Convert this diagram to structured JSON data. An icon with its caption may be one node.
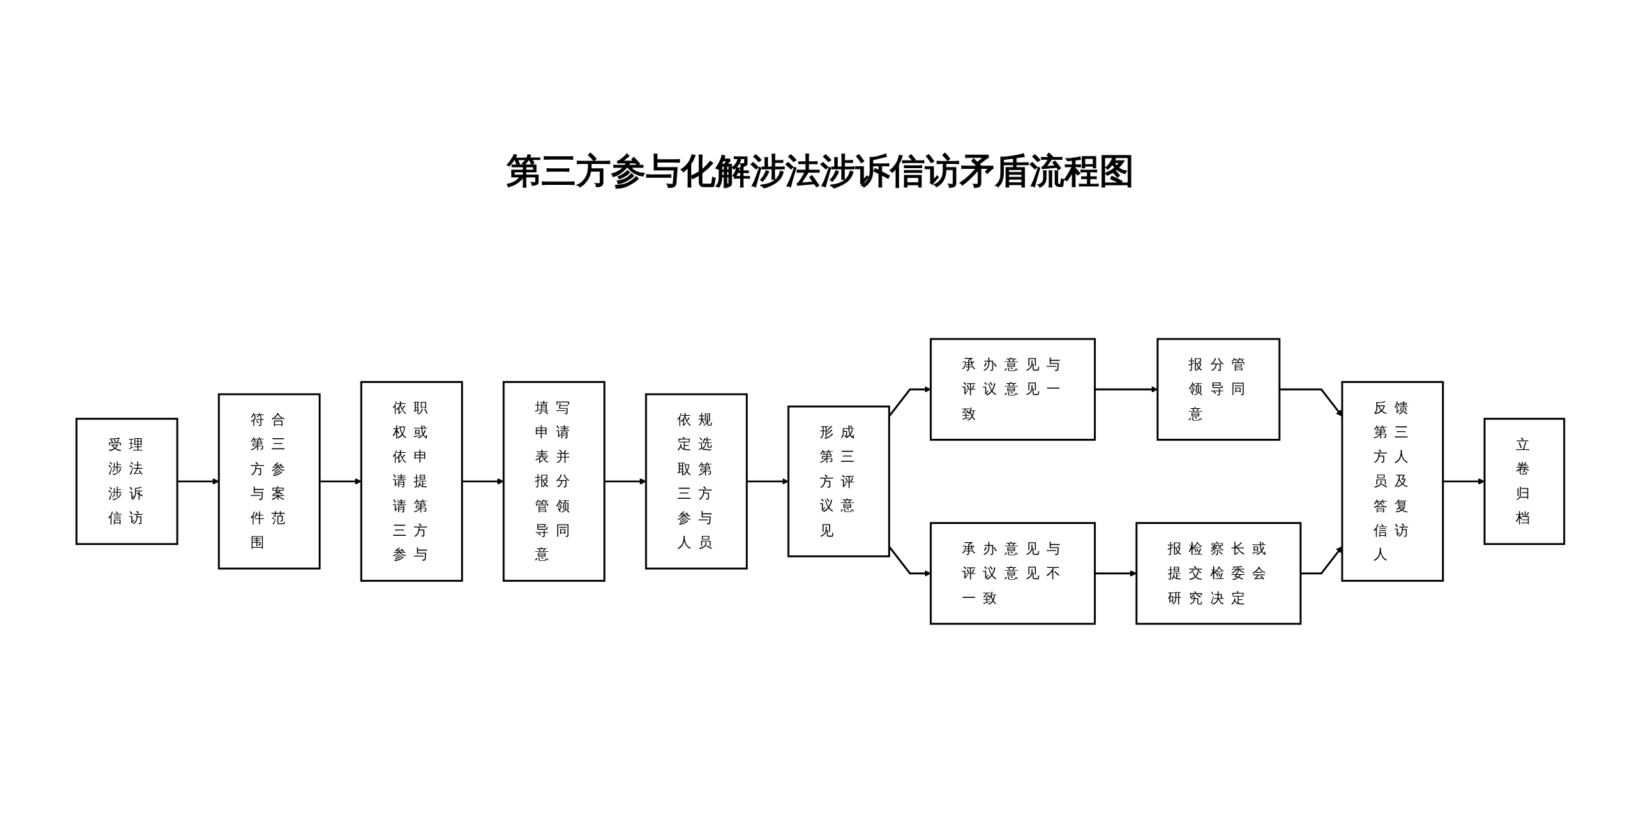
{
  "diagram": {
    "title": "第三方参与化解涉法涉诉信访矛盾流程图",
    "nodes": [
      {
        "text": [
          "受理涉法涉诉信访"
        ]
      },
      {
        "text": [
          "符合第三方参与案件范围"
        ]
      },
      {
        "text": [
          "依职权或依申请提请第三方参与"
        ]
      },
      {
        "text": [
          "填写申请表并报分管领导同意"
        ]
      },
      {
        "text": [
          "依规定选取第三方参与人员"
        ]
      },
      {
        "text": [
          "形成第三方评议意见"
        ]
      },
      {
        "text": [
          "承办意见与评议意见一致"
        ]
      },
      {
        "text": [
          "报分管领导同意"
        ]
      },
      {
        "text": [
          "承办意见与评议意见不一致"
        ]
      },
      {
        "text": [
          "报检察长或提交检委会研究决定"
        ]
      },
      {
        "text": [
          "反馈第三方人员及答复信访人"
        ]
      },
      {
        "text": [
          "立卷归档"
        ]
      }
    ],
    "edges": [
      {
        "from": 0,
        "to": 1,
        "arrow": "to"
      },
      {
        "from": 1,
        "to": 2,
        "arrow": "to"
      },
      {
        "from": 2,
        "to": 3,
        "arrow": "to"
      },
      {
        "from": 3,
        "to": 4,
        "arrow": "to"
      },
      {
        "from": 4,
        "to": 5,
        "arrow": "to"
      },
      {
        "from": 5,
        "to": 6,
        "arrow": "to"
      },
      {
        "from": 5,
        "to": 8,
        "arrow": "to"
      },
      {
        "from": 6,
        "to": 7,
        "arrow": "to"
      },
      {
        "from": 8,
        "to": 9,
        "arrow": "to"
      },
      {
        "from": 7,
        "to": 10,
        "arrow": "to"
      },
      {
        "from": 9,
        "to": 10,
        "arrow": "to"
      },
      {
        "from": 10,
        "to": 11,
        "arrow": "to"
      }
    ]
  }
}
